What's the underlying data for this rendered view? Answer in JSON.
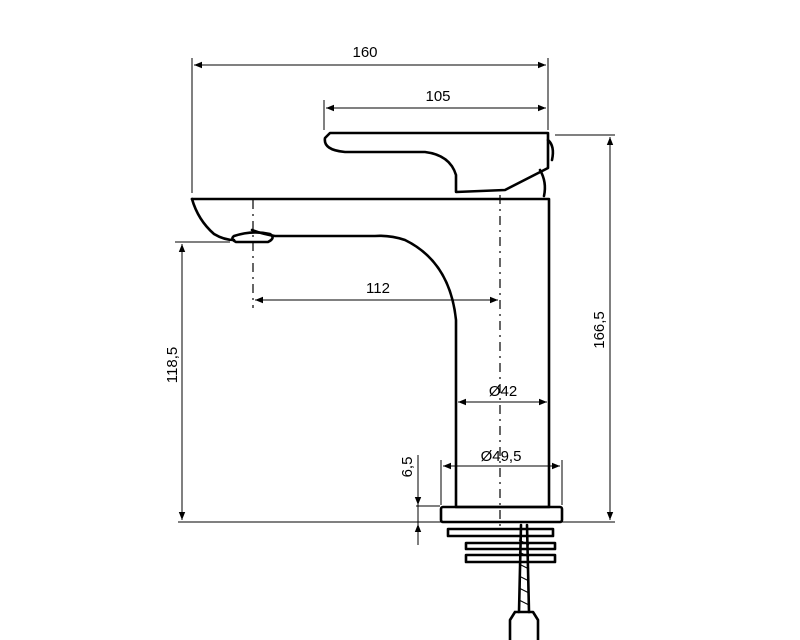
{
  "dimensions": {
    "overall_length": "160",
    "lever_length": "105",
    "spout_reach": "112",
    "spout_height": "118,5",
    "total_height": "166,5",
    "body_diameter": "Ø42",
    "base_diameter": "Ø49,5",
    "base_height": "6,5"
  },
  "colors": {
    "line": "#000000",
    "background": "#ffffff"
  }
}
